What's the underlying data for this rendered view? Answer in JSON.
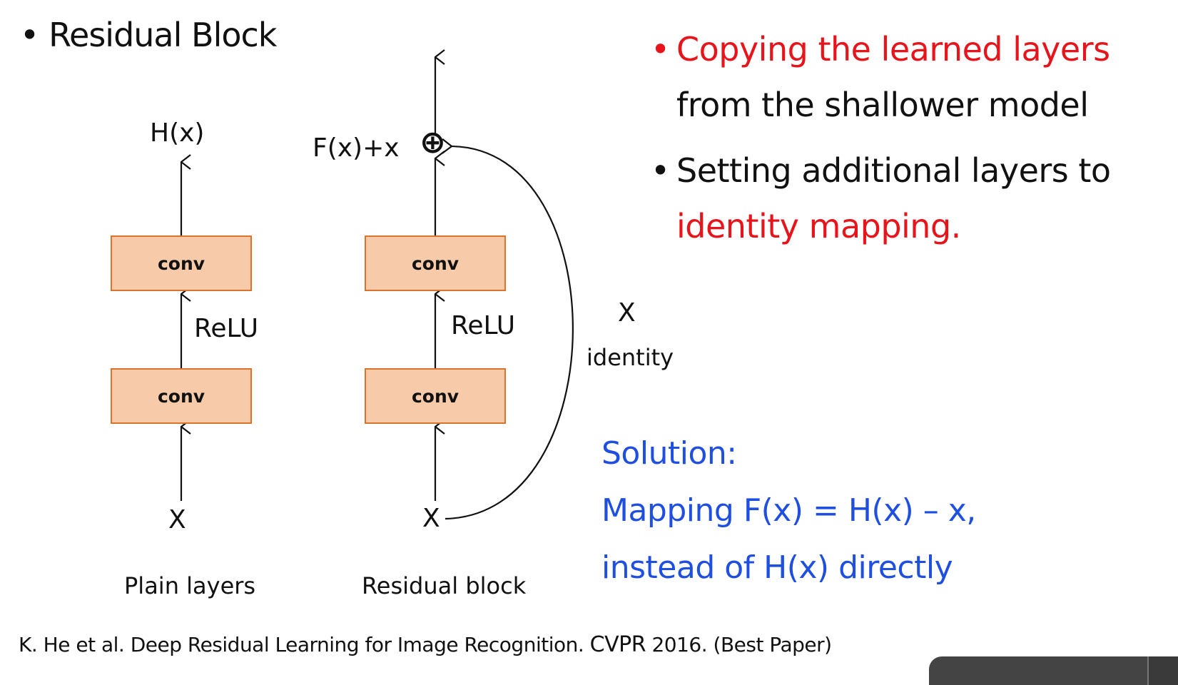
{
  "slide": {
    "title": "Residual Block",
    "bullet_char": "•",
    "bullets": [
      {
        "highlight": "Copying the learned layers",
        "rest": "from the shallower model"
      },
      {
        "lead": "Setting additional layers to",
        "highlight": "identity mapping."
      }
    ],
    "solution": {
      "line1": "Solution:",
      "line2": "Mapping F(x) = H(x) – x,",
      "line3": "instead of H(x) directly"
    },
    "footer": {
      "pre": "K. He et al. Deep Residual Learning for Image Recognition. ",
      "venue": "CVPR",
      "post": " 2016. (Best Paper)"
    }
  },
  "diagram": {
    "plain": {
      "output_label": "H(x)",
      "conv_top": "conv",
      "activation": "ReLU",
      "conv_bottom": "conv",
      "input_label": "X",
      "caption": "Plain layers"
    },
    "residual": {
      "output_label": "F(x)+x",
      "sum_symbol": "⊕",
      "conv_top": "conv",
      "activation": "ReLU",
      "conv_bottom": "conv",
      "input_label": "X",
      "caption": "Residual block",
      "shortcut_label_top": "X",
      "shortcut_label_bottom": "identity"
    }
  },
  "colors": {
    "highlight_red": "#e8141b",
    "solution_blue": "#1f4fe0",
    "conv_fill": "#f7cba9",
    "conv_border": "#d9732e"
  }
}
